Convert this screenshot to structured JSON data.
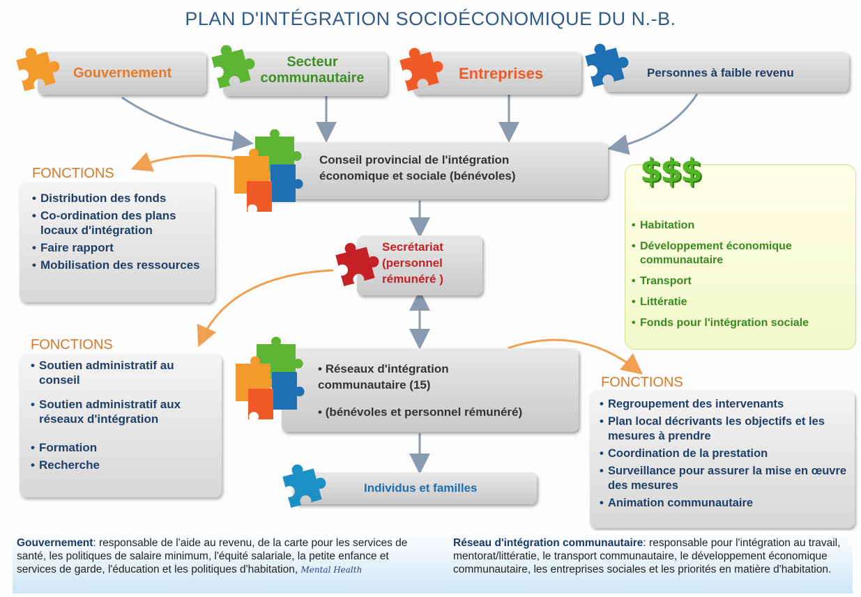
{
  "title": "PLAN D'INTÉGRATION SOCIOÉCONOMIQUE DU N.-B.",
  "stakeholders": {
    "gouvernement": "Gouvernement",
    "secteur": "Secteur communautaire",
    "entreprises": "Entreprises",
    "personnes": "Personnes à faible revenu"
  },
  "conseil": "Conseil provincial de l'intégration économique et sociale (bénévoles)",
  "secretariat": "Secrétariat (personnel rémunéré )",
  "reseaux": {
    "line1": "Réseaux d'intégration communautaire (15)",
    "line2": "(bénévoles et personnel rémunéré)"
  },
  "individus": "Individus et familles",
  "fonctions1": {
    "heading": "FONCTIONS",
    "items": [
      "Distribution des fonds",
      "Co-ordination des plans locaux d'intégration",
      "Faire rapport",
      "Mobilisation des ressources"
    ]
  },
  "fonctions2": {
    "heading": "FONCTIONS",
    "items": [
      "Soutien administratif au conseil",
      "Soutien administratif aux réseaux d'intégration",
      "Formation",
      "Recherche"
    ]
  },
  "fonctions3": {
    "heading": "FONCTIONS",
    "items": [
      "Regroupement des intervenants",
      "Plan local décrivants les objectifs et les mesures à prendre",
      "Coordination de la prestation",
      "Surveillance pour assurer la mise en œuvre des mesures",
      "Animation communautaire"
    ]
  },
  "funds": {
    "symbol": "$$$",
    "items": [
      "Habitation",
      "Développement économique communautaire",
      "Transport",
      "Littératie",
      "Fonds pour l'intégration sociale"
    ]
  },
  "footer": {
    "left_term": "Gouvernement",
    "left_text": ": responsable de l'aide au revenu, de la carte pour les services de santé, les politiques de salaire minimum, l'équité salariale, la petite enfance et services de garde, l'éducation et les politiques d'habitation,",
    "handwritten": "Mental Health",
    "right_term": "Réseau d'intégration communautaire",
    "right_text": ": responsable pour l'intégration au travail, mentorat/littératie, le transport communautaire, le développement économique communautaire, les entreprises sociales et les priorités en matière d'habitation."
  },
  "colors": {
    "orange": "#f08a24",
    "green": "#4caf32",
    "red": "#e84c1e",
    "blue": "#1f6fb5",
    "crimson": "#c42026",
    "teal": "#1c8fc4"
  }
}
